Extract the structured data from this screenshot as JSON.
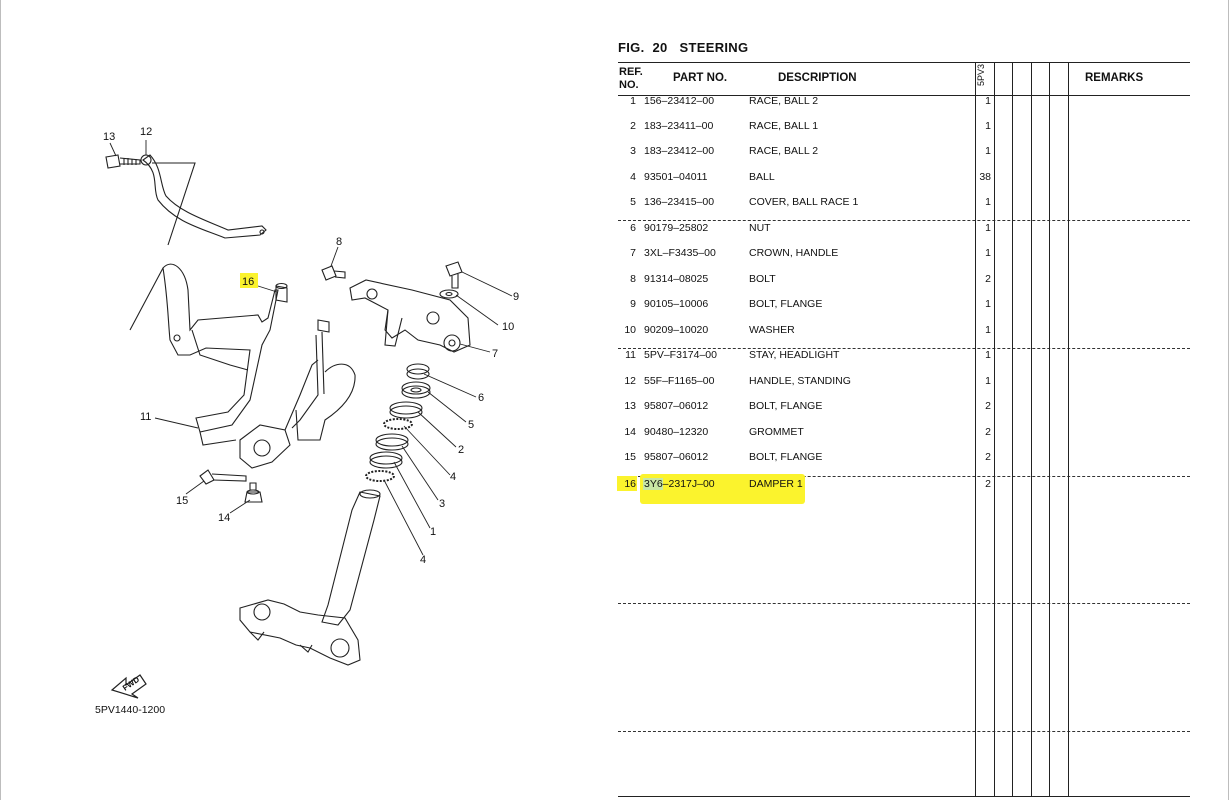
{
  "figure": {
    "label": "FIG.",
    "number": "20",
    "title": "STEERING"
  },
  "table": {
    "headers": {
      "ref_no": "REF.\nNO.",
      "part_no": "PART NO.",
      "description": "DESCRIPTION",
      "model": "5PV3",
      "remarks": "REMARKS"
    },
    "rows": [
      {
        "ref": "1",
        "part": "156–23412–00",
        "desc": "RACE, BALL 2",
        "qty": "1"
      },
      {
        "ref": "2",
        "part": "183–23411–00",
        "desc": "RACE, BALL 1",
        "qty": "1"
      },
      {
        "ref": "3",
        "part": "183–23412–00",
        "desc": "RACE, BALL 2",
        "qty": "1"
      },
      {
        "ref": "4",
        "part": "93501–04011",
        "desc": "BALL",
        "qty": "38"
      },
      {
        "ref": "5",
        "part": "136–23415–00",
        "desc": "COVER, BALL RACE 1",
        "qty": "1"
      },
      {
        "ref": "6",
        "part": "90179–25802",
        "desc": "NUT",
        "qty": "1"
      },
      {
        "ref": "7",
        "part": "3XL–F3435–00",
        "desc": "CROWN, HANDLE",
        "qty": "1"
      },
      {
        "ref": "8",
        "part": "91314–08025",
        "desc": "BOLT",
        "qty": "2"
      },
      {
        "ref": "9",
        "part": "90105–10006",
        "desc": "BOLT, FLANGE",
        "qty": "1"
      },
      {
        "ref": "10",
        "part": "90209–10020",
        "desc": "WASHER",
        "qty": "1"
      },
      {
        "ref": "11",
        "part": "5PV–F3174–00",
        "desc": "STAY, HEADLIGHT",
        "qty": "1"
      },
      {
        "ref": "12",
        "part": "55F–F1165–00",
        "desc": "HANDLE, STANDING",
        "qty": "1"
      },
      {
        "ref": "13",
        "part": "95807–06012",
        "desc": "BOLT, FLANGE",
        "qty": "2"
      },
      {
        "ref": "14",
        "part": "90480–12320",
        "desc": "GROMMET",
        "qty": "2"
      },
      {
        "ref": "15",
        "part": "95807–06012",
        "desc": "BOLT, FLANGE",
        "qty": "2"
      },
      {
        "ref": "16",
        "part": "3Y6–2317J–00",
        "desc": "DAMPER 1",
        "qty": "2",
        "highlighted": true
      }
    ]
  },
  "diagram": {
    "code": "5PV1440-1200",
    "fwd_label": "FWD",
    "callouts": [
      "1",
      "2",
      "3",
      "4",
      "5",
      "6",
      "7",
      "8",
      "9",
      "10",
      "11",
      "12",
      "13",
      "14",
      "15",
      "16",
      "4"
    ],
    "highlighted_callout": "16"
  },
  "colors": {
    "highlight": "#fbf32d",
    "part_highlight": "#c9e7a4",
    "line": "#222222"
  }
}
